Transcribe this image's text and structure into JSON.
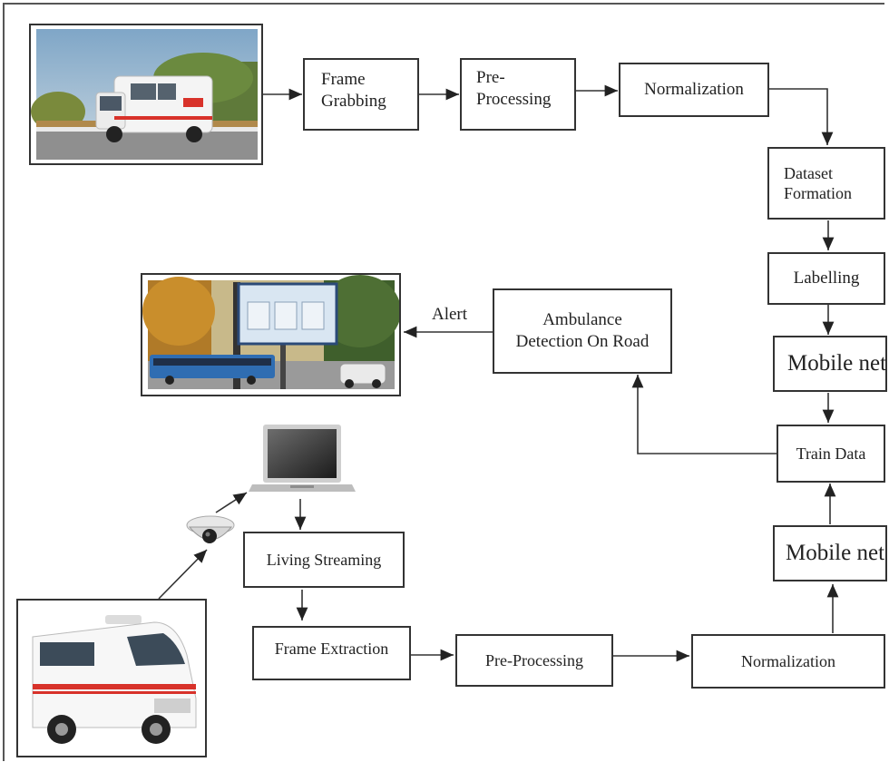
{
  "top_row": {
    "frame_grabbing": "Frame\nGrabbing",
    "pre_processing": "Pre-\nProcessing",
    "normalization": "Normalization"
  },
  "right_column": {
    "dataset_formation": "Dataset\nFormation",
    "labelling": "Labelling",
    "mobile_net_top": "Mobile net",
    "train_data": "Train Data",
    "mobile_net_bottom": "Mobile net"
  },
  "middle": {
    "ambulance_detection": "Ambulance\nDetection On Road",
    "alert_label": "Alert"
  },
  "bottom_row": {
    "living_streaming": "Living Streaming",
    "frame_extraction": "Frame Extraction",
    "pre_processing": "Pre-Processing",
    "normalization": "Normalization"
  }
}
